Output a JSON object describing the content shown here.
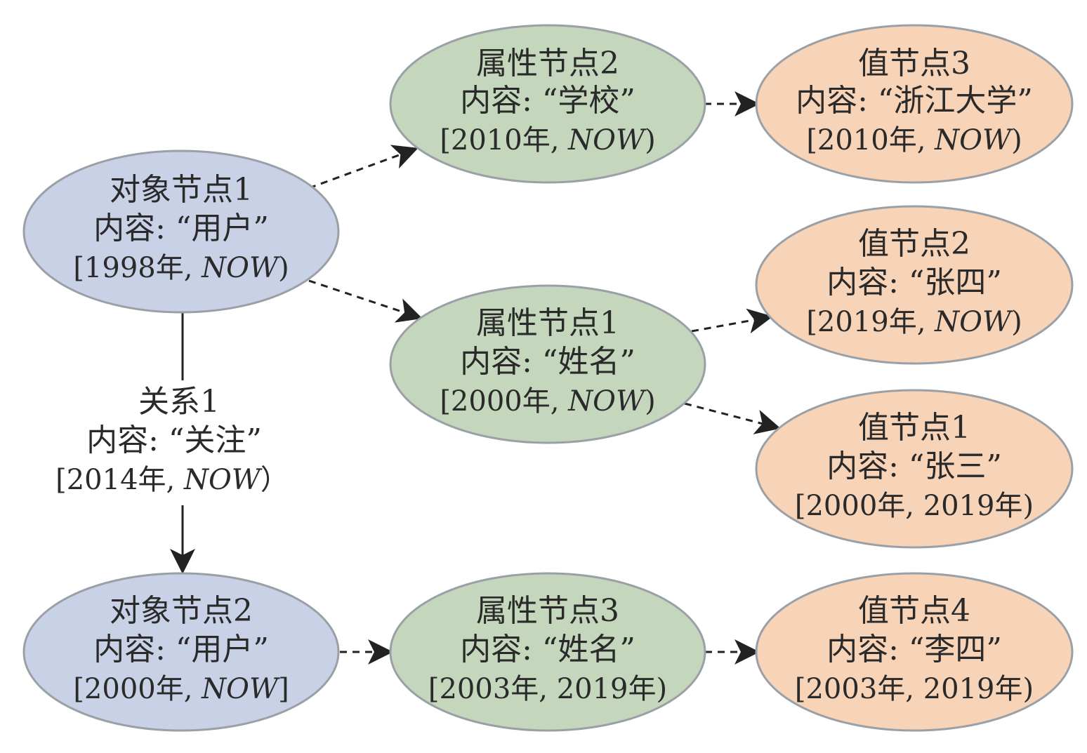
{
  "colors": {
    "object_fill": "#c8d1e6",
    "attribute_fill": "#c4d6bc",
    "value_fill": "#f7d3b8",
    "stroke": "#9aa0a6",
    "arrow": "#222222"
  },
  "nodes": {
    "object1": {
      "title": "对象节点1",
      "content": "内容: “用户”",
      "time_start": "[1998年, ",
      "time_now": "NOW",
      "time_end": ")"
    },
    "object2": {
      "title": "对象节点2",
      "content": "内容: “用户”",
      "time_start": "[2000年, ",
      "time_now": "NOW",
      "time_end": "]"
    },
    "attr1": {
      "title": "属性节点1",
      "content": "内容: “姓名”",
      "time_start": "[2000年, ",
      "time_now": "NOW",
      "time_end": ")"
    },
    "attr2": {
      "title": "属性节点2",
      "content": "内容: “学校”",
      "time_start": "[2010年, ",
      "time_now": "NOW",
      "time_end": ")"
    },
    "attr3": {
      "title": "属性节点3",
      "content": "内容: “姓名”",
      "time_start": "[2003年, 2019年)",
      "time_now": "",
      "time_end": ""
    },
    "value1": {
      "title": "值节点1",
      "content": "内容: “张三”",
      "time_start": "[2000年, 2019年)",
      "time_now": "",
      "time_end": ""
    },
    "value2": {
      "title": "值节点2",
      "content": "内容: “张四”",
      "time_start": "[2019年, ",
      "time_now": "NOW",
      "time_end": ")"
    },
    "value3": {
      "title": "值节点3",
      "content": "内容: “浙江大学”",
      "time_start": "[2010年, ",
      "time_now": "NOW",
      "time_end": ")"
    },
    "value4": {
      "title": "值节点4",
      "content": "内容: “李四”",
      "time_start": "[2003年, 2019年)",
      "time_now": "",
      "time_end": ""
    }
  },
  "relation": {
    "title": "关系1",
    "content": "内容: “关注”",
    "time_start": "[2014年, ",
    "time_now": "NOW",
    "time_end": "）"
  }
}
